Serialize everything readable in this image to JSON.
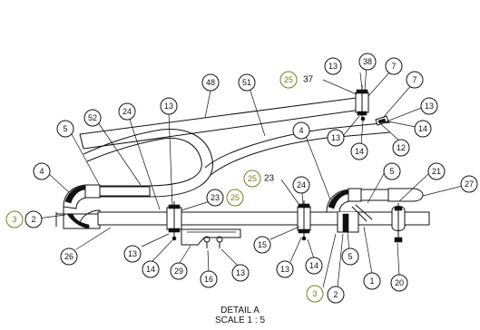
{
  "detail": {
    "title": "DETAIL A",
    "scale": "SCALE 1 : 5"
  },
  "colors": {
    "line": "#111111",
    "olive": "#7a7a14",
    "background": "#ffffff"
  },
  "balloons": [
    {
      "id": "b48",
      "label": "48"
    },
    {
      "id": "b51",
      "label": "51"
    },
    {
      "id": "b25a",
      "label": "25",
      "olive": true
    },
    {
      "id": "b37",
      "label": "37"
    },
    {
      "id": "b13a",
      "label": "13"
    },
    {
      "id": "b38",
      "label": "38"
    },
    {
      "id": "b7a",
      "label": "7"
    },
    {
      "id": "b7b",
      "label": "7"
    },
    {
      "id": "b13b",
      "label": "13"
    },
    {
      "id": "b14a",
      "label": "14"
    },
    {
      "id": "b12",
      "label": "12"
    },
    {
      "id": "b13c",
      "label": "13"
    },
    {
      "id": "b14b",
      "label": "14"
    },
    {
      "id": "b5a",
      "label": "5"
    },
    {
      "id": "b52",
      "label": "52"
    },
    {
      "id": "b24a",
      "label": "24"
    },
    {
      "id": "b13d",
      "label": "13"
    },
    {
      "id": "b4a",
      "label": "4"
    },
    {
      "id": "b4b",
      "label": "4"
    },
    {
      "id": "b5b",
      "label": "5"
    },
    {
      "id": "b21",
      "label": "21"
    },
    {
      "id": "b27",
      "label": "27"
    },
    {
      "id": "b25b",
      "label": "25",
      "olive": true
    },
    {
      "id": "b23a",
      "label": "23"
    },
    {
      "id": "b24b",
      "label": "24"
    },
    {
      "id": "b3a",
      "label": "3",
      "olive": true
    },
    {
      "id": "b2a",
      "label": "2"
    },
    {
      "id": "b23b",
      "label": "23"
    },
    {
      "id": "b25c",
      "label": "25",
      "olive": true
    },
    {
      "id": "b26",
      "label": "26"
    },
    {
      "id": "b13e",
      "label": "13"
    },
    {
      "id": "b14c",
      "label": "14"
    },
    {
      "id": "b29",
      "label": "29"
    },
    {
      "id": "b16",
      "label": "16"
    },
    {
      "id": "b13f",
      "label": "13"
    },
    {
      "id": "b15",
      "label": "15"
    },
    {
      "id": "b13g",
      "label": "13"
    },
    {
      "id": "b14d",
      "label": "14"
    },
    {
      "id": "b5c",
      "label": "5"
    },
    {
      "id": "b1",
      "label": "1"
    },
    {
      "id": "b20",
      "label": "20"
    },
    {
      "id": "b3b",
      "label": "3",
      "olive": true
    },
    {
      "id": "b2b",
      "label": "2"
    }
  ]
}
